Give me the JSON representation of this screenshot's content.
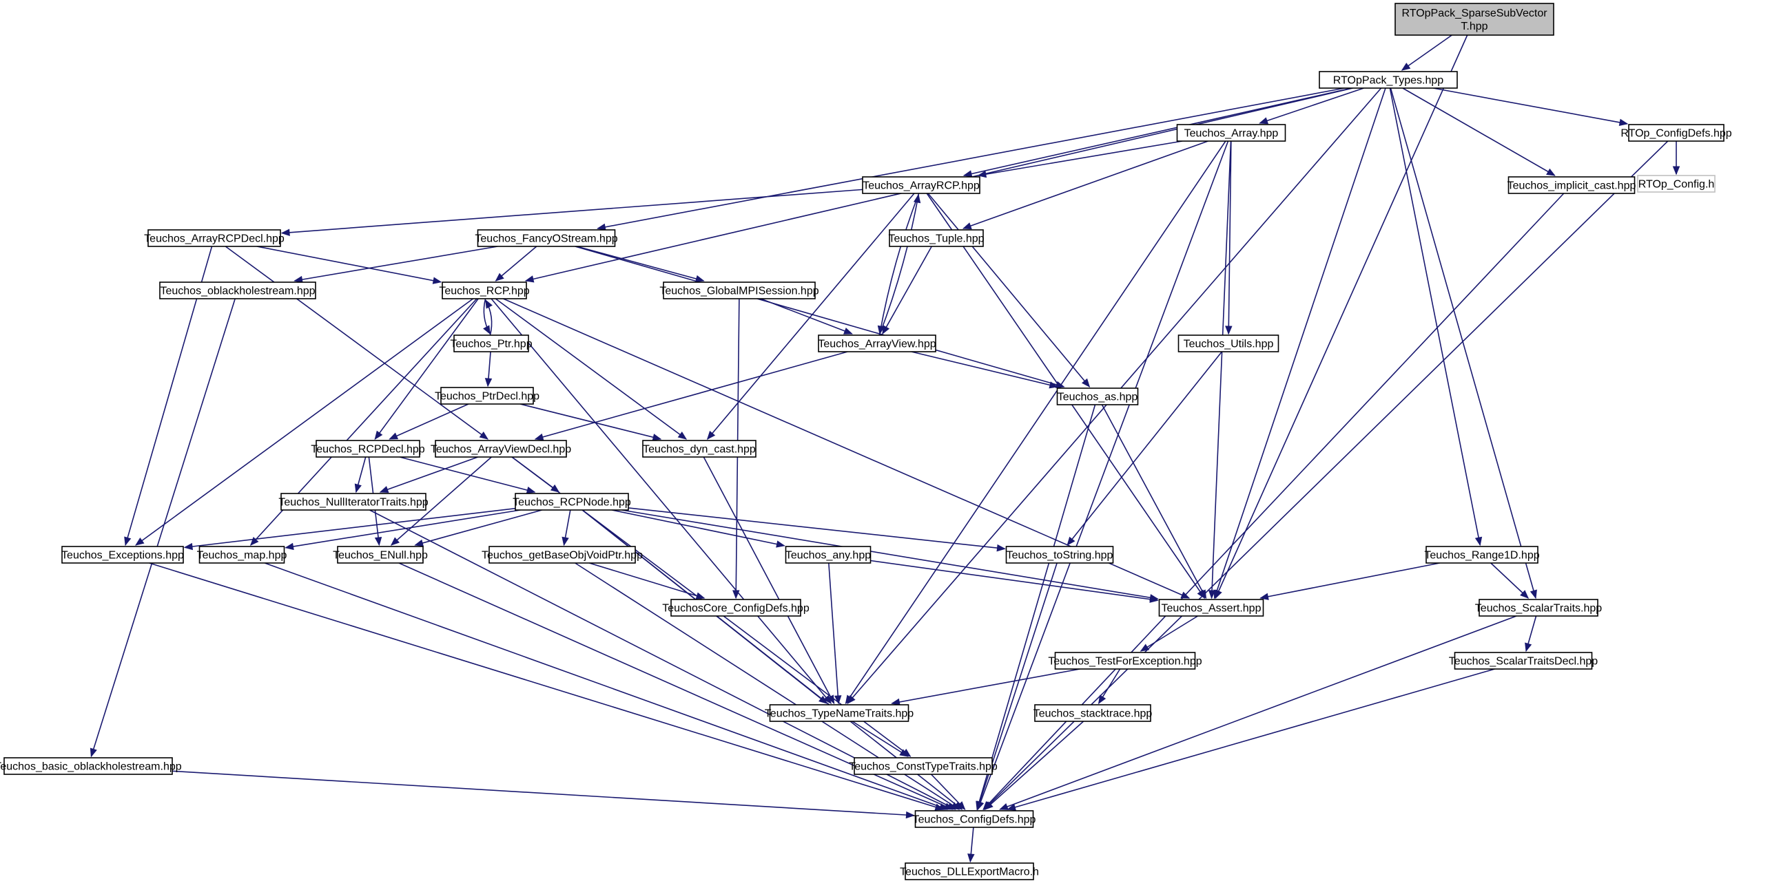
{
  "colors": {
    "edge": "#191970",
    "node_border": "#000000",
    "external_border": "#bfbfbf",
    "root_fill": "#bfbfbf",
    "node_fill": "#ffffff"
  },
  "nodes": [
    {
      "id": "root",
      "label": [
        "RTOpPack_SparseSubVector",
        "T.hpp"
      ],
      "kind": "root"
    },
    {
      "id": "rtoppack_types",
      "label": [
        "RTOpPack_Types.hpp"
      ]
    },
    {
      "id": "rtop_configdefs",
      "label": [
        "RTOp_ConfigDefs.hpp"
      ]
    },
    {
      "id": "rtop_config_h",
      "label": [
        "RTOp_Config.h"
      ],
      "kind": "external"
    },
    {
      "id": "array",
      "label": [
        "Teuchos_Array.hpp"
      ]
    },
    {
      "id": "implicit_cast",
      "label": [
        "Teuchos_implicit_cast.hpp"
      ]
    },
    {
      "id": "arrayrcp",
      "label": [
        "Teuchos_ArrayRCP.hpp"
      ]
    },
    {
      "id": "arrayrcpdecl",
      "label": [
        "Teuchos_ArrayRCPDecl.hpp"
      ]
    },
    {
      "id": "fancyostream",
      "label": [
        "Teuchos_FancyOStream.hpp"
      ]
    },
    {
      "id": "tuple",
      "label": [
        "Teuchos_Tuple.hpp"
      ]
    },
    {
      "id": "oblackholestream",
      "label": [
        "Teuchos_oblackholestream.hpp"
      ]
    },
    {
      "id": "rcp",
      "label": [
        "Teuchos_RCP.hpp"
      ]
    },
    {
      "id": "globalmpisession",
      "label": [
        "Teuchos_GlobalMPISession.hpp"
      ]
    },
    {
      "id": "arrayview",
      "label": [
        "Teuchos_ArrayView.hpp"
      ]
    },
    {
      "id": "utils",
      "label": [
        "Teuchos_Utils.hpp"
      ]
    },
    {
      "id": "ptr",
      "label": [
        "Teuchos_Ptr.hpp"
      ]
    },
    {
      "id": "ptrdecl",
      "label": [
        "Teuchos_PtrDecl.hpp"
      ]
    },
    {
      "id": "as",
      "label": [
        "Teuchos_as.hpp"
      ]
    },
    {
      "id": "rcpdecl",
      "label": [
        "Teuchos_RCPDecl.hpp"
      ]
    },
    {
      "id": "arrayviewdecl",
      "label": [
        "Teuchos_ArrayViewDecl.hpp"
      ]
    },
    {
      "id": "dyn_cast",
      "label": [
        "Teuchos_dyn_cast.hpp"
      ]
    },
    {
      "id": "nulliteratortraits",
      "label": [
        "Teuchos_NullIteratorTraits.hpp"
      ]
    },
    {
      "id": "rcpnode",
      "label": [
        "Teuchos_RCPNode.hpp"
      ]
    },
    {
      "id": "exceptions",
      "label": [
        "Teuchos_Exceptions.hpp"
      ]
    },
    {
      "id": "map",
      "label": [
        "Teuchos_map.hpp"
      ]
    },
    {
      "id": "enull",
      "label": [
        "Teuchos_ENull.hpp"
      ]
    },
    {
      "id": "getbaseobjvoidptr",
      "label": [
        "Teuchos_getBaseObjVoidPtr.hpp"
      ]
    },
    {
      "id": "any",
      "label": [
        "Teuchos_any.hpp"
      ]
    },
    {
      "id": "tostring",
      "label": [
        "Teuchos_toString.hpp"
      ]
    },
    {
      "id": "range1d",
      "label": [
        "Teuchos_Range1D.hpp"
      ]
    },
    {
      "id": "coreconfigdefs",
      "label": [
        "TeuchosCore_ConfigDefs.hpp"
      ]
    },
    {
      "id": "assert",
      "label": [
        "Teuchos_Assert.hpp"
      ]
    },
    {
      "id": "scalartraits",
      "label": [
        "Teuchos_ScalarTraits.hpp"
      ]
    },
    {
      "id": "testforexception",
      "label": [
        "Teuchos_TestForException.hpp"
      ]
    },
    {
      "id": "scalartraitsdecl",
      "label": [
        "Teuchos_ScalarTraitsDecl.hpp"
      ]
    },
    {
      "id": "typenametraits",
      "label": [
        "Teuchos_TypeNameTraits.hpp"
      ]
    },
    {
      "id": "stacktrace",
      "label": [
        "Teuchos_stacktrace.hpp"
      ]
    },
    {
      "id": "basic_oblackholestream",
      "label": [
        "Teuchos_basic_oblackholestream.hpp"
      ]
    },
    {
      "id": "consttypetraits",
      "label": [
        "Teuchos_ConstTypeTraits.hpp"
      ]
    },
    {
      "id": "configdefs",
      "label": [
        "Teuchos_ConfigDefs.hpp"
      ]
    },
    {
      "id": "dllexportmacro",
      "label": [
        "Teuchos_DLLExportMacro.h"
      ]
    }
  ],
  "edges": [
    [
      "root",
      "rtoppack_types"
    ],
    [
      "root",
      "assert"
    ],
    [
      "rtoppack_types",
      "rtop_configdefs"
    ],
    [
      "rtoppack_types",
      "array"
    ],
    [
      "rtoppack_types",
      "arrayrcp"
    ],
    [
      "rtoppack_types",
      "fancyostream"
    ],
    [
      "rtoppack_types",
      "rcp"
    ],
    [
      "rtoppack_types",
      "implicit_cast"
    ],
    [
      "rtoppack_types",
      "typenametraits"
    ],
    [
      "rtoppack_types",
      "assert"
    ],
    [
      "rtoppack_types",
      "range1d"
    ],
    [
      "rtoppack_types",
      "scalartraits"
    ],
    [
      "rtop_configdefs",
      "rtop_config_h"
    ],
    [
      "rtop_configdefs",
      "configdefs"
    ],
    [
      "array",
      "arrayrcp"
    ],
    [
      "array",
      "tuple"
    ],
    [
      "array",
      "utils"
    ],
    [
      "array",
      "assert"
    ],
    [
      "array",
      "typenametraits"
    ],
    [
      "array",
      "configdefs"
    ],
    [
      "implicit_cast",
      "configdefs"
    ],
    [
      "arrayrcp",
      "arrayrcpdecl"
    ],
    [
      "arrayrcp",
      "arrayview"
    ],
    [
      "arrayrcp",
      "dyn_cast"
    ],
    [
      "arrayrcp",
      "as"
    ],
    [
      "arrayrcp",
      "assert"
    ],
    [
      "arrayview",
      "arrayrcp"
    ],
    [
      "arrayrcpdecl",
      "rcp"
    ],
    [
      "arrayrcpdecl",
      "arrayviewdecl"
    ],
    [
      "arrayrcpdecl",
      "exceptions"
    ],
    [
      "fancyostream",
      "rcp"
    ],
    [
      "fancyostream",
      "oblackholestream"
    ],
    [
      "fancyostream",
      "globalmpisession"
    ],
    [
      "fancyostream",
      "as"
    ],
    [
      "tuple",
      "arrayview"
    ],
    [
      "oblackholestream",
      "basic_oblackholestream"
    ],
    [
      "rcp",
      "ptr"
    ],
    [
      "rcp",
      "rcpdecl"
    ],
    [
      "rcp",
      "dyn_cast"
    ],
    [
      "rcp",
      "exceptions"
    ],
    [
      "rcp",
      "map"
    ],
    [
      "rcp",
      "typenametraits"
    ],
    [
      "rcp",
      "assert"
    ],
    [
      "ptr",
      "rcp"
    ],
    [
      "ptr",
      "ptrdecl"
    ],
    [
      "ptrdecl",
      "rcpdecl"
    ],
    [
      "ptrdecl",
      "dyn_cast"
    ],
    [
      "globalmpisession",
      "arrayview"
    ],
    [
      "globalmpisession",
      "coreconfigdefs"
    ],
    [
      "arrayview",
      "arrayviewdecl"
    ],
    [
      "arrayview",
      "as"
    ],
    [
      "utils",
      "tostring"
    ],
    [
      "as",
      "assert"
    ],
    [
      "as",
      "configdefs"
    ],
    [
      "rcpdecl",
      "rcpnode"
    ],
    [
      "rcpdecl",
      "nulliteratortraits"
    ],
    [
      "rcpdecl",
      "enull"
    ],
    [
      "arrayviewdecl",
      "rcpnode"
    ],
    [
      "arrayviewdecl",
      "nulliteratortraits"
    ],
    [
      "arrayviewdecl",
      "enull"
    ],
    [
      "arrayviewdecl",
      "consttypetraits"
    ],
    [
      "dyn_cast",
      "typenametraits"
    ],
    [
      "nulliteratortraits",
      "configdefs"
    ],
    [
      "rcpnode",
      "exceptions"
    ],
    [
      "rcpnode",
      "map"
    ],
    [
      "rcpnode",
      "enull"
    ],
    [
      "rcpnode",
      "getbaseobjvoidptr"
    ],
    [
      "rcpnode",
      "any"
    ],
    [
      "rcpnode",
      "tostring"
    ],
    [
      "rcpnode",
      "assert"
    ],
    [
      "rcpnode",
      "typenametraits"
    ],
    [
      "rcpnode",
      "configdefs"
    ],
    [
      "exceptions",
      "configdefs"
    ],
    [
      "map",
      "configdefs"
    ],
    [
      "enull",
      "configdefs"
    ],
    [
      "getbaseobjvoidptr",
      "coreconfigdefs"
    ],
    [
      "getbaseobjvoidptr",
      "configdefs"
    ],
    [
      "any",
      "typenametraits"
    ],
    [
      "any",
      "assert"
    ],
    [
      "tostring",
      "configdefs"
    ],
    [
      "range1d",
      "assert"
    ],
    [
      "range1d",
      "scalartraits"
    ],
    [
      "assert",
      "testforexception"
    ],
    [
      "scalartraits",
      "scalartraitsdecl"
    ],
    [
      "scalartraits",
      "configdefs"
    ],
    [
      "scalartraitsdecl",
      "configdefs"
    ],
    [
      "testforexception",
      "typenametraits"
    ],
    [
      "testforexception",
      "stacktrace"
    ],
    [
      "stacktrace",
      "configdefs"
    ],
    [
      "typenametraits",
      "consttypetraits"
    ],
    [
      "consttypetraits",
      "configdefs"
    ],
    [
      "basic_oblackholestream",
      "configdefs"
    ],
    [
      "configdefs",
      "dllexportmacro"
    ]
  ]
}
